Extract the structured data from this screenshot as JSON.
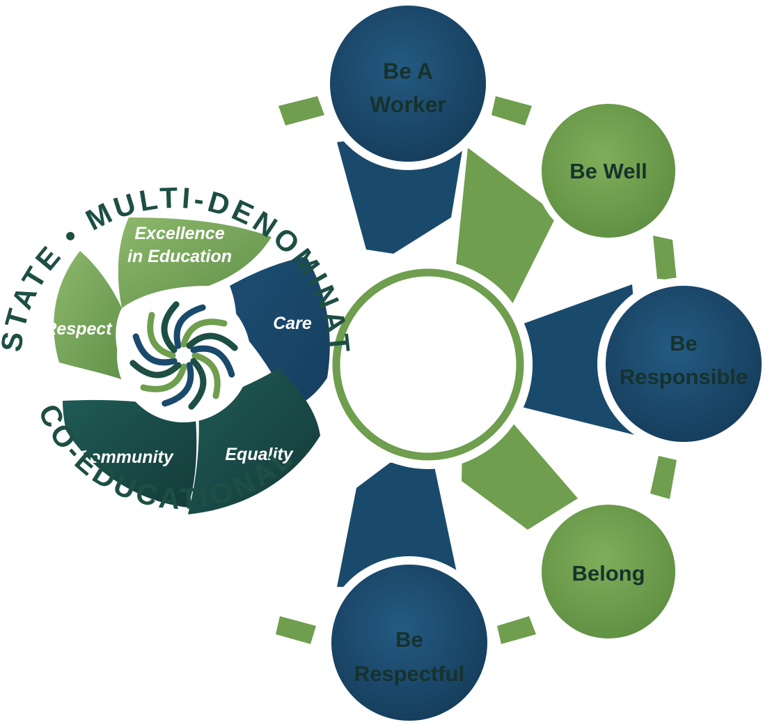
{
  "logo": {
    "ring_text_top": "STATE • MULTI-DENOMINATIONAL •",
    "ring_text_bottom": "CO-EDUCATIONAL",
    "values": {
      "excellence_line1": "Excellence",
      "excellence_line2": "in Education",
      "respect": "Respect",
      "care": "Care",
      "community": "Community",
      "equality": "Equality"
    }
  },
  "cycle": {
    "worker": {
      "line1": "Be A",
      "line2": "Worker"
    },
    "well": {
      "line1": "Be Well"
    },
    "responsible": {
      "line1": "Be",
      "line2": "Responsible"
    },
    "belong": {
      "line1": "Belong"
    },
    "respectful": {
      "line1": "Be",
      "line2": "Respectful"
    }
  },
  "colors": {
    "navy": "#1a4a6b",
    "green": "#6e9e4e",
    "dark_green": "#1d4f44",
    "text_dark": "#17322d"
  }
}
